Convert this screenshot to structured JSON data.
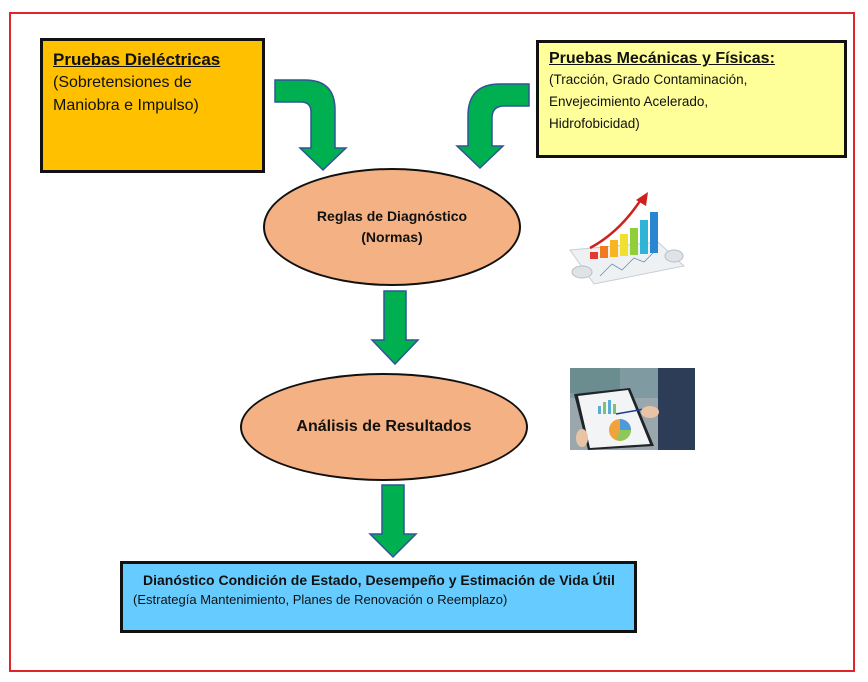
{
  "diagram": {
    "inputs": {
      "dielectric": {
        "title": "Pruebas Dieléctricas",
        "lines": [
          "(Sobretensiones de",
          "Maniobra e  Impulso)"
        ],
        "color": "#ffc000"
      },
      "mechanical": {
        "title": "Pruebas Mecánicas y Físicas:",
        "lines": [
          "(Tracción, Grado Contaminación,",
          "Envejecimiento Acelerado,",
          "Hidrofobicidad)"
        ],
        "color": "#ffff99"
      }
    },
    "rules": {
      "lines": [
        "Reglas de Diagnóstico",
        "(Normas)"
      ],
      "color": "#f4b183"
    },
    "analysis": {
      "label": "Análisis de Resultados",
      "color": "#f4b183"
    },
    "output": {
      "title": "Dianóstico Condición de Estado, Desempeño y Estimación de Vida Útil",
      "subtitle": "(Estrategía Mantenimiento, Planes de Renovación o Reemplazo)",
      "color": "#66ccff"
    },
    "images": {
      "growth_chart": "growth-bar-chart-image",
      "tablet_analysis": "tablet-charts-image"
    },
    "colors": {
      "arrow_fill": "#00b050",
      "arrow_stroke": "#2f5597",
      "frame": "#e0252d"
    }
  }
}
